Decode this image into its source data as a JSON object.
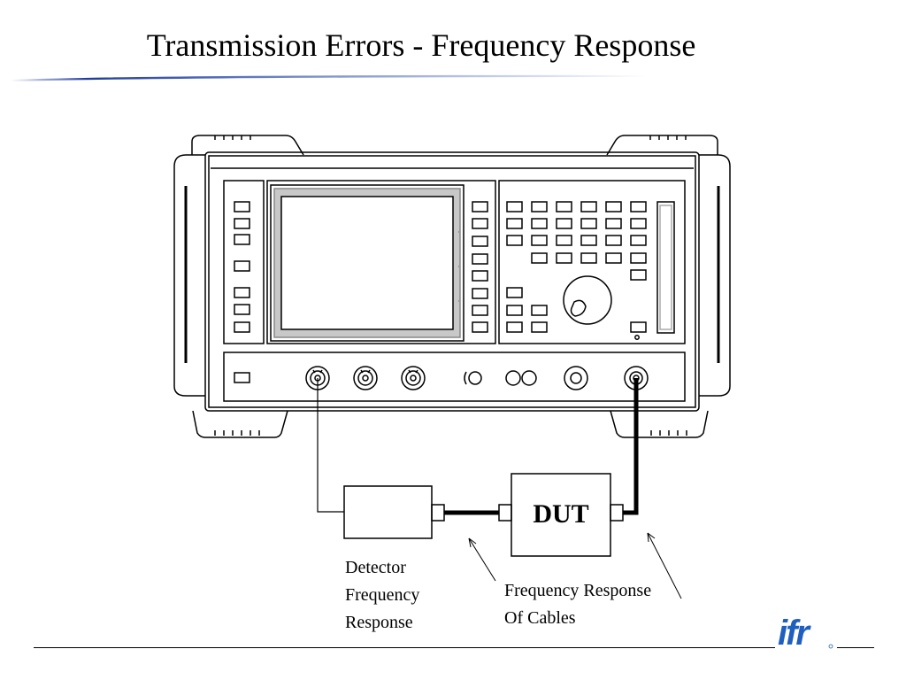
{
  "slide": {
    "title": "Transmission Errors - Frequency Response"
  },
  "diagram": {
    "device_label": "DUT",
    "detector_label_lines": [
      "Detector",
      "Frequency",
      "Response"
    ],
    "cables_label_lines": [
      "Frequency Response",
      "Of Cables"
    ],
    "logo_text": "ifr"
  },
  "colors": {
    "title_underline_start": "#ffffff",
    "title_underline_mid": "#1f3c9e",
    "logo_blue": "#1f5fbf"
  }
}
